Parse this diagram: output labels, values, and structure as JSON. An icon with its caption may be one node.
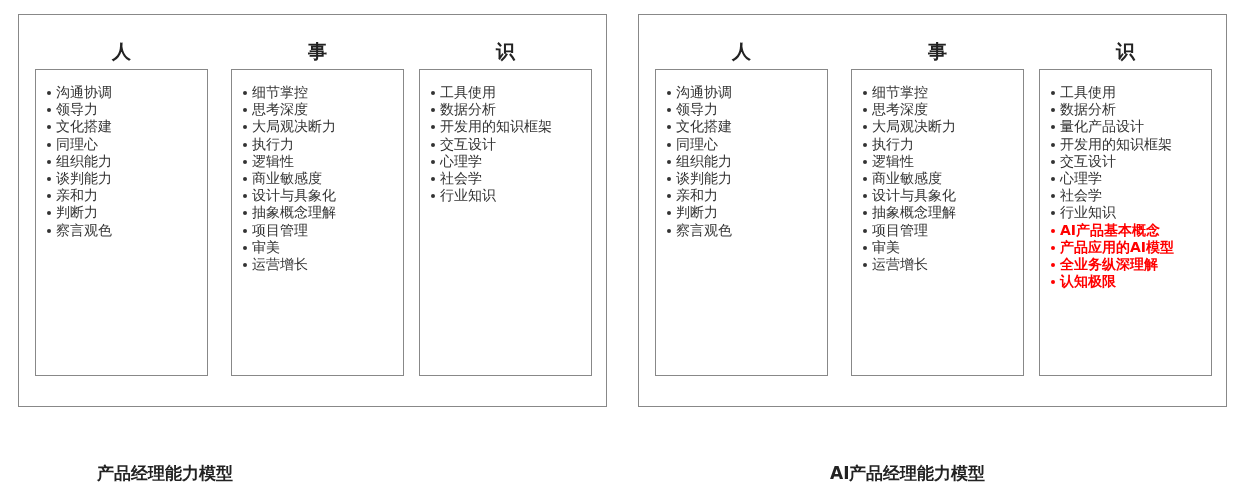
{
  "diagram": {
    "nodes": [
      {
        "text": [],
        "shape": "box"
      },
      {
        "text": [
          "人",
          "沟通协调",
          "领导力",
          "文化搭建",
          "同理心",
          "组织能力",
          "谈判能力",
          "亲和力",
          "判断力",
          "察言观色"
        ],
        "in": 0
      },
      {
        "text": [
          "事",
          "细节掌控",
          "思考深度",
          "大局观决断力",
          "执行力",
          "逻辑性",
          "商业敏感度",
          "设计与具象化",
          "抽象概念理解",
          "项目管理",
          "审美",
          "运营增长"
        ],
        "in": 0
      },
      {
        "text": [
          "识",
          "工具使用",
          "数据分析",
          "开发用的知识框架",
          "交互设计",
          "心理学",
          "社会学",
          "行业知识"
        ],
        "in": 0
      },
      {
        "text": [],
        "shape": "box"
      },
      {
        "text": [
          "人",
          "沟通协调",
          "领导力",
          "文化搭建",
          "同理心",
          "组织能力",
          "谈判能力",
          "亲和力",
          "判断力",
          "察言观色"
        ],
        "in": 4
      },
      {
        "text": [
          "事",
          "细节掌控",
          "思考深度",
          "大局观决断力",
          "执行力",
          "逻辑性",
          "商业敏感度",
          "设计与具象化",
          "抽象概念理解",
          "项目管理",
          "审美",
          "运营增长"
        ],
        "in": 4
      },
      {
        "text": [
          "识",
          "工具使用",
          "数据分析",
          "量化产品设计",
          "开发用的知识框架",
          "交互设计",
          "心理学",
          "社会学",
          "行业知识",
          "**AI产品基本概念**",
          "**产品应用的AI模型**",
          "**全业务纵深理解**",
          "**认知极限**"
        ],
        "in": 4
      }
    ],
    "edges": [],
    "labels": [
      "产品经理能力模型",
      "AI产品经理能力模型"
    ]
  }
}
